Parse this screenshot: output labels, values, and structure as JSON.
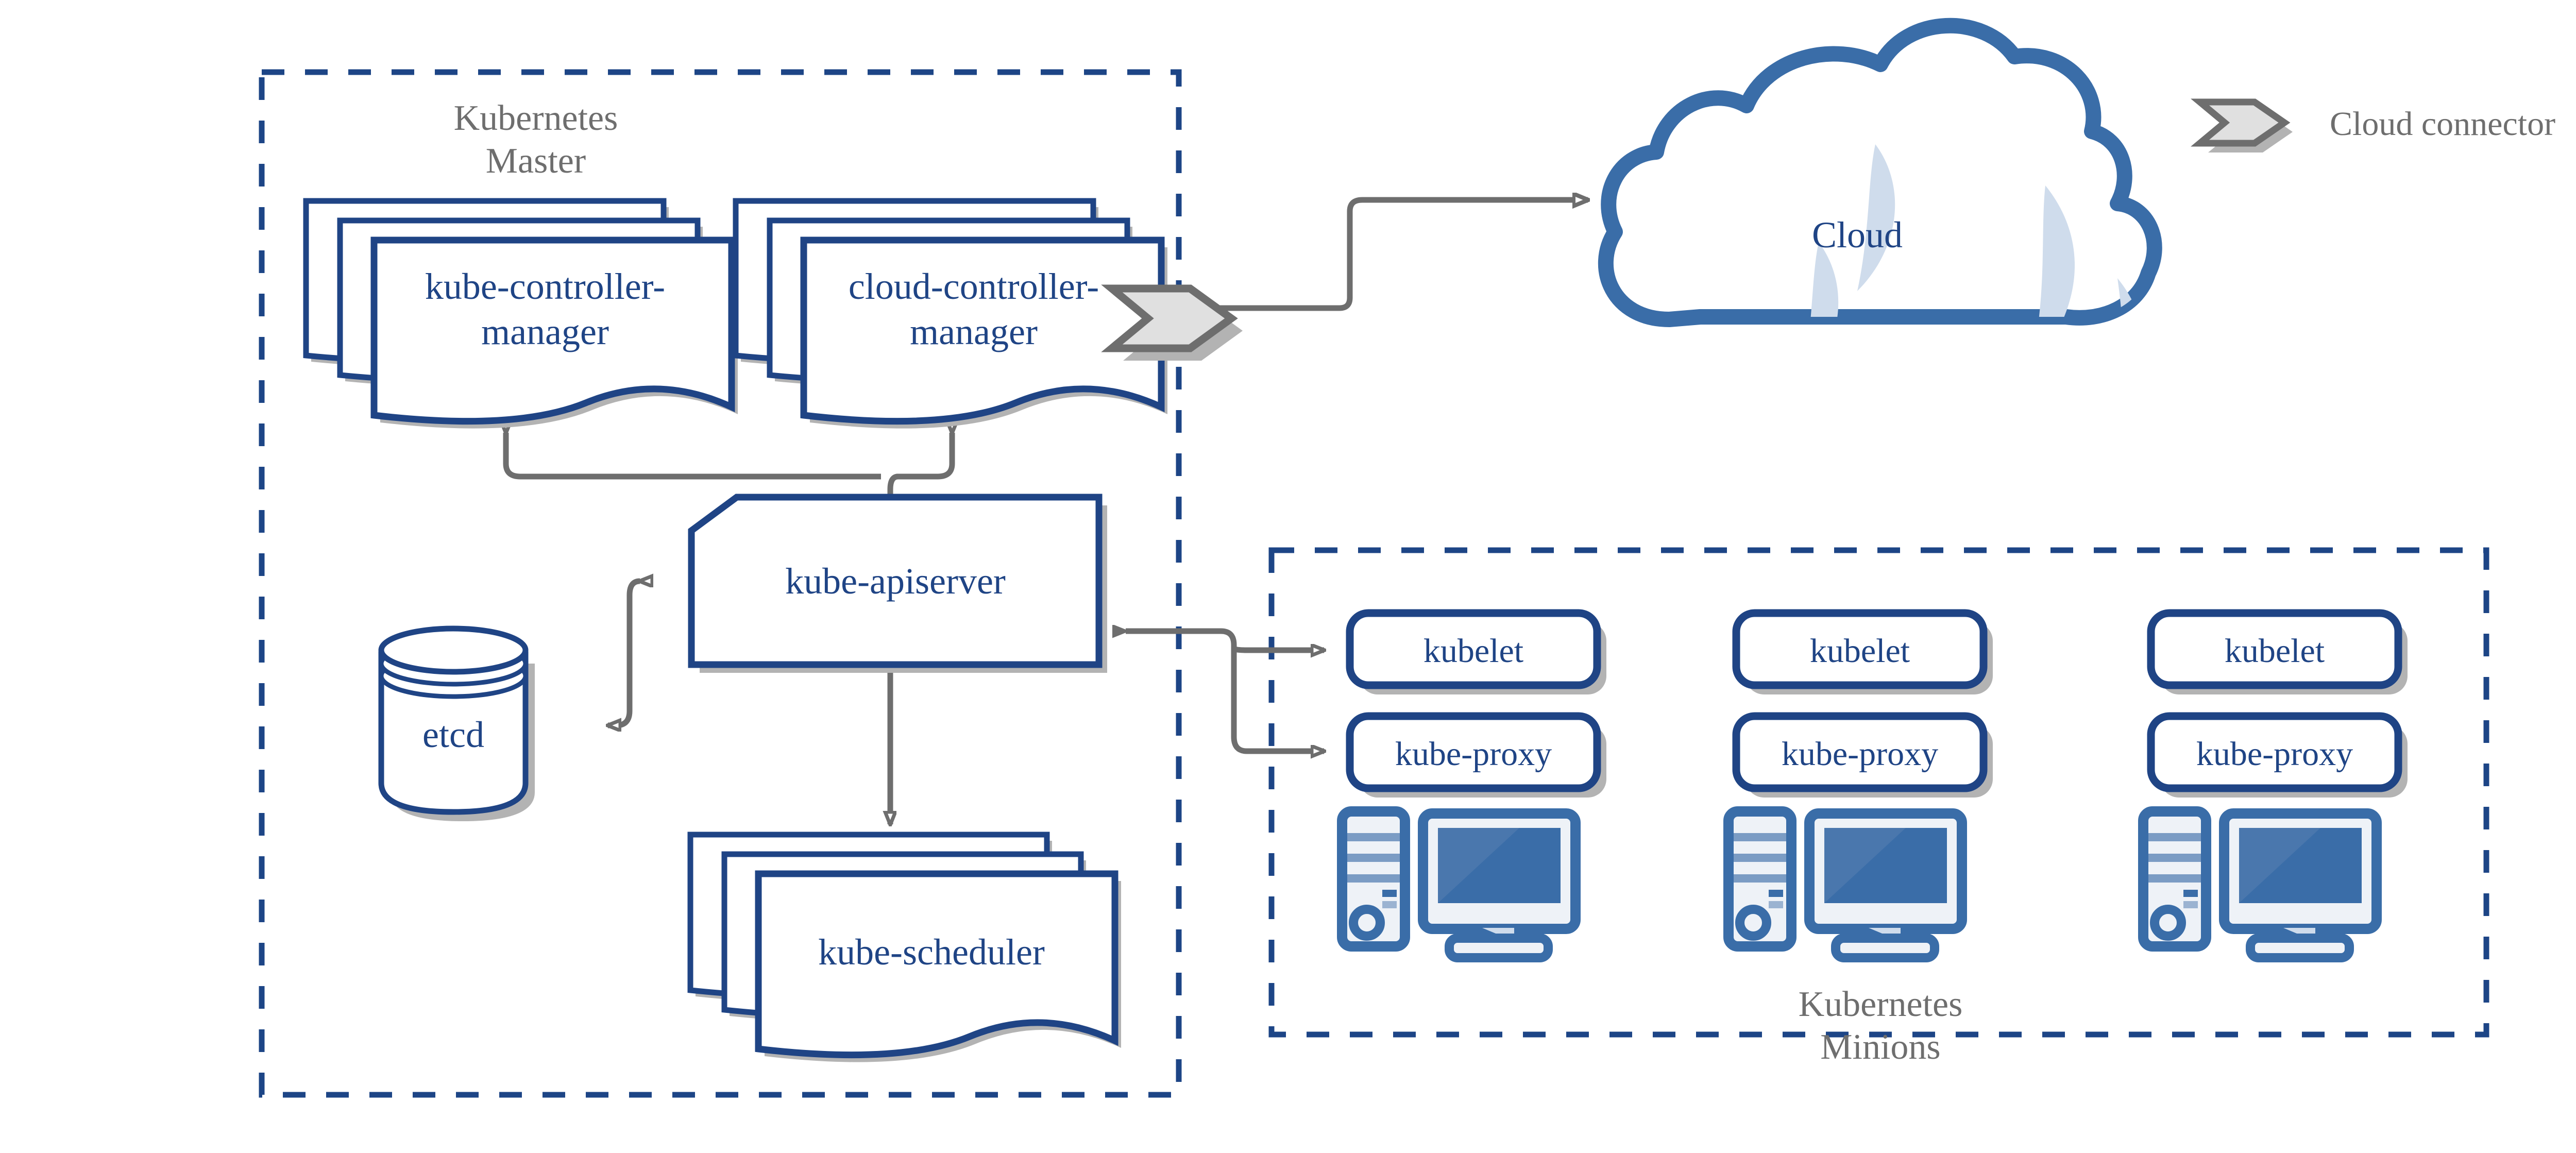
{
  "meta": {
    "title": "Kubernetes architecture diagram",
    "background": "#ffffff"
  },
  "colors": {
    "node_blue": "#1f4485",
    "node_stroke": "#1f4485",
    "cloud_stroke": "#3a6da8",
    "cloud_accent": "#cfdcec",
    "group_border": "#1d4586",
    "group_label": "#6e6e6e",
    "connector_gray": "#6e6e6e",
    "shadow_gray": "#b3b3b3",
    "connector_fill_light": "#e0e0e0",
    "pc_blue": "#3a6da8",
    "pc_body": "#eef2f7",
    "screen_light": "#4a77ad",
    "screen_dark": "#3a6da8"
  },
  "groups": [
    {
      "id": "kubernetes-master",
      "label": "Kubernetes\nMaster",
      "label_line1": "Kubernetes",
      "label_line2": "Master"
    },
    {
      "id": "kubernetes-minions",
      "label": "Kubernetes\nMinions",
      "label_line1": "Kubernetes",
      "label_line2": "Minions"
    }
  ],
  "master_nodes": [
    {
      "id": "kube-controller-manager",
      "label_line1": "kube-controller-",
      "label_line2": "manager",
      "shape": "document-stack"
    },
    {
      "id": "cloud-controller-manager",
      "label_line1": "cloud-controller-",
      "label_line2": "manager",
      "shape": "document-stack"
    },
    {
      "id": "kube-apiserver",
      "label": "kube-apiserver",
      "shape": "chamfered-box"
    },
    {
      "id": "etcd",
      "label": "etcd",
      "shape": "cylinder"
    },
    {
      "id": "kube-scheduler",
      "label": "kube-scheduler",
      "shape": "document-stack"
    }
  ],
  "cloud": {
    "id": "cloud",
    "label": "Cloud",
    "shape": "cloud"
  },
  "minions": [
    {
      "id": "minion-1",
      "kubelet_label": "kubelet",
      "kube_proxy_label": "kube-proxy",
      "computer_icon": "computer-icon"
    },
    {
      "id": "minion-2",
      "kubelet_label": "kubelet",
      "kube_proxy_label": "kube-proxy",
      "computer_icon": "computer-icon"
    },
    {
      "id": "minion-3",
      "kubelet_label": "kubelet",
      "kube_proxy_label": "kube-proxy",
      "computer_icon": "computer-icon"
    }
  ],
  "legend": {
    "items": [
      {
        "id": "cloud-connector",
        "label": "Cloud connector",
        "icon": "chevron-connector-icon"
      }
    ]
  },
  "connectors": [
    {
      "id": "cloud-controller-to-cloud",
      "from": "cloud-controller-manager",
      "to": "cloud",
      "arrow": "single"
    },
    {
      "id": "apiserver-to-controller-managers",
      "from": "kube-apiserver",
      "to": "kube-controller-manager,cloud-controller-manager",
      "arrow": "double-branch"
    },
    {
      "id": "etcd-apiserver",
      "from": "etcd",
      "to": "kube-apiserver",
      "arrow": "bidirectional"
    },
    {
      "id": "apiserver-scheduler",
      "from": "kube-apiserver",
      "to": "kube-scheduler",
      "arrow": "bidirectional"
    },
    {
      "id": "apiserver-to-minion-agents",
      "from": "kube-apiserver",
      "to": "kubelet,kube-proxy",
      "arrow": "branch"
    }
  ]
}
